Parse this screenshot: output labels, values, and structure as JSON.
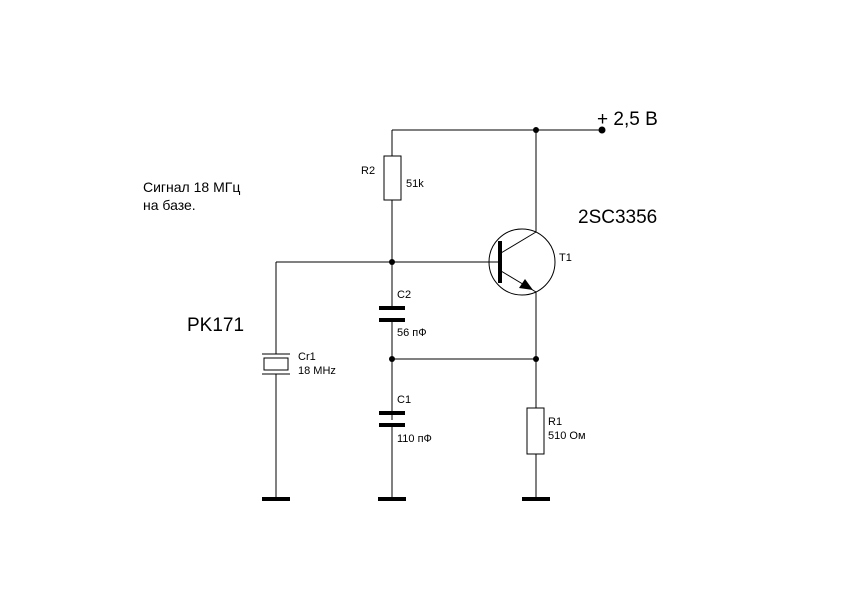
{
  "supply_label": "+ 2,5 В",
  "note": {
    "line1": "Сигнал 18 МГц",
    "line2": "на базе."
  },
  "transistor": {
    "ref": "T1",
    "part": "2SC3356"
  },
  "crystal": {
    "ref": "Cr1",
    "value": "18 MHz",
    "part": "PK171"
  },
  "r2": {
    "ref": "R2",
    "value": "51k"
  },
  "c2": {
    "ref": "C2",
    "value": "56 пФ"
  },
  "c1": {
    "ref": "C1",
    "value": "110 пФ"
  },
  "r1": {
    "ref": "R1",
    "value": "510 Ом"
  }
}
